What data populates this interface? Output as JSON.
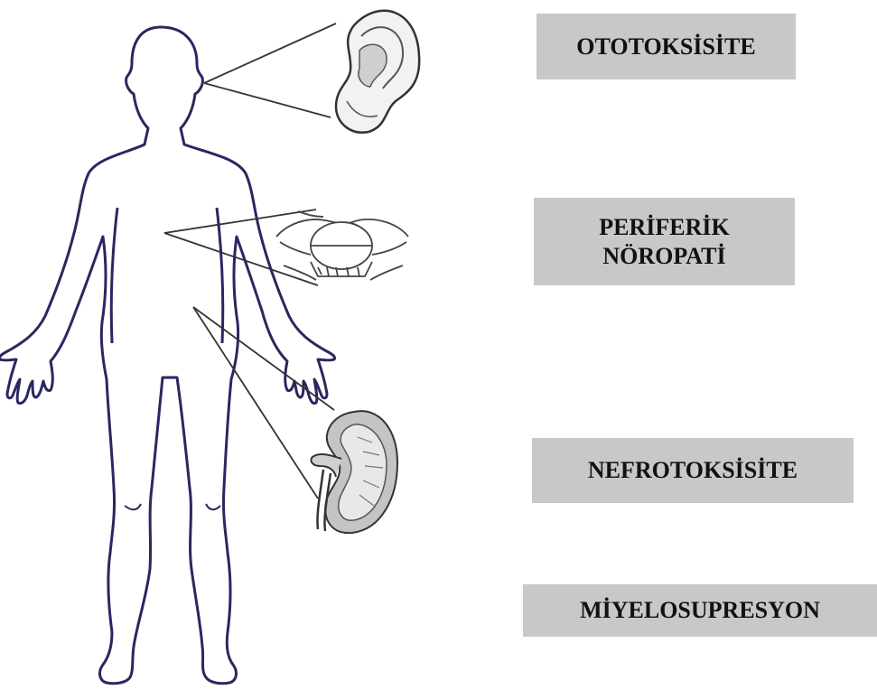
{
  "labels": {
    "ototoxicity": "OTOTOKSİSİTE",
    "peripheral_neuropathy": "PERİFERİK\nNÖROPATİ",
    "nephrotoxicity": "NEFROTOKSİSİTE",
    "myelosuppression": "MİYELOSUPRESYON"
  },
  "colors": {
    "body_outline": "#2a2760",
    "label_background": "#c8c8c8",
    "leader_lines": "#333333",
    "organ_shading": "#bfbfbf"
  },
  "icons": [
    "human-body-outline",
    "ear-illustration",
    "spinal-cord-illustration",
    "kidney-illustration"
  ]
}
